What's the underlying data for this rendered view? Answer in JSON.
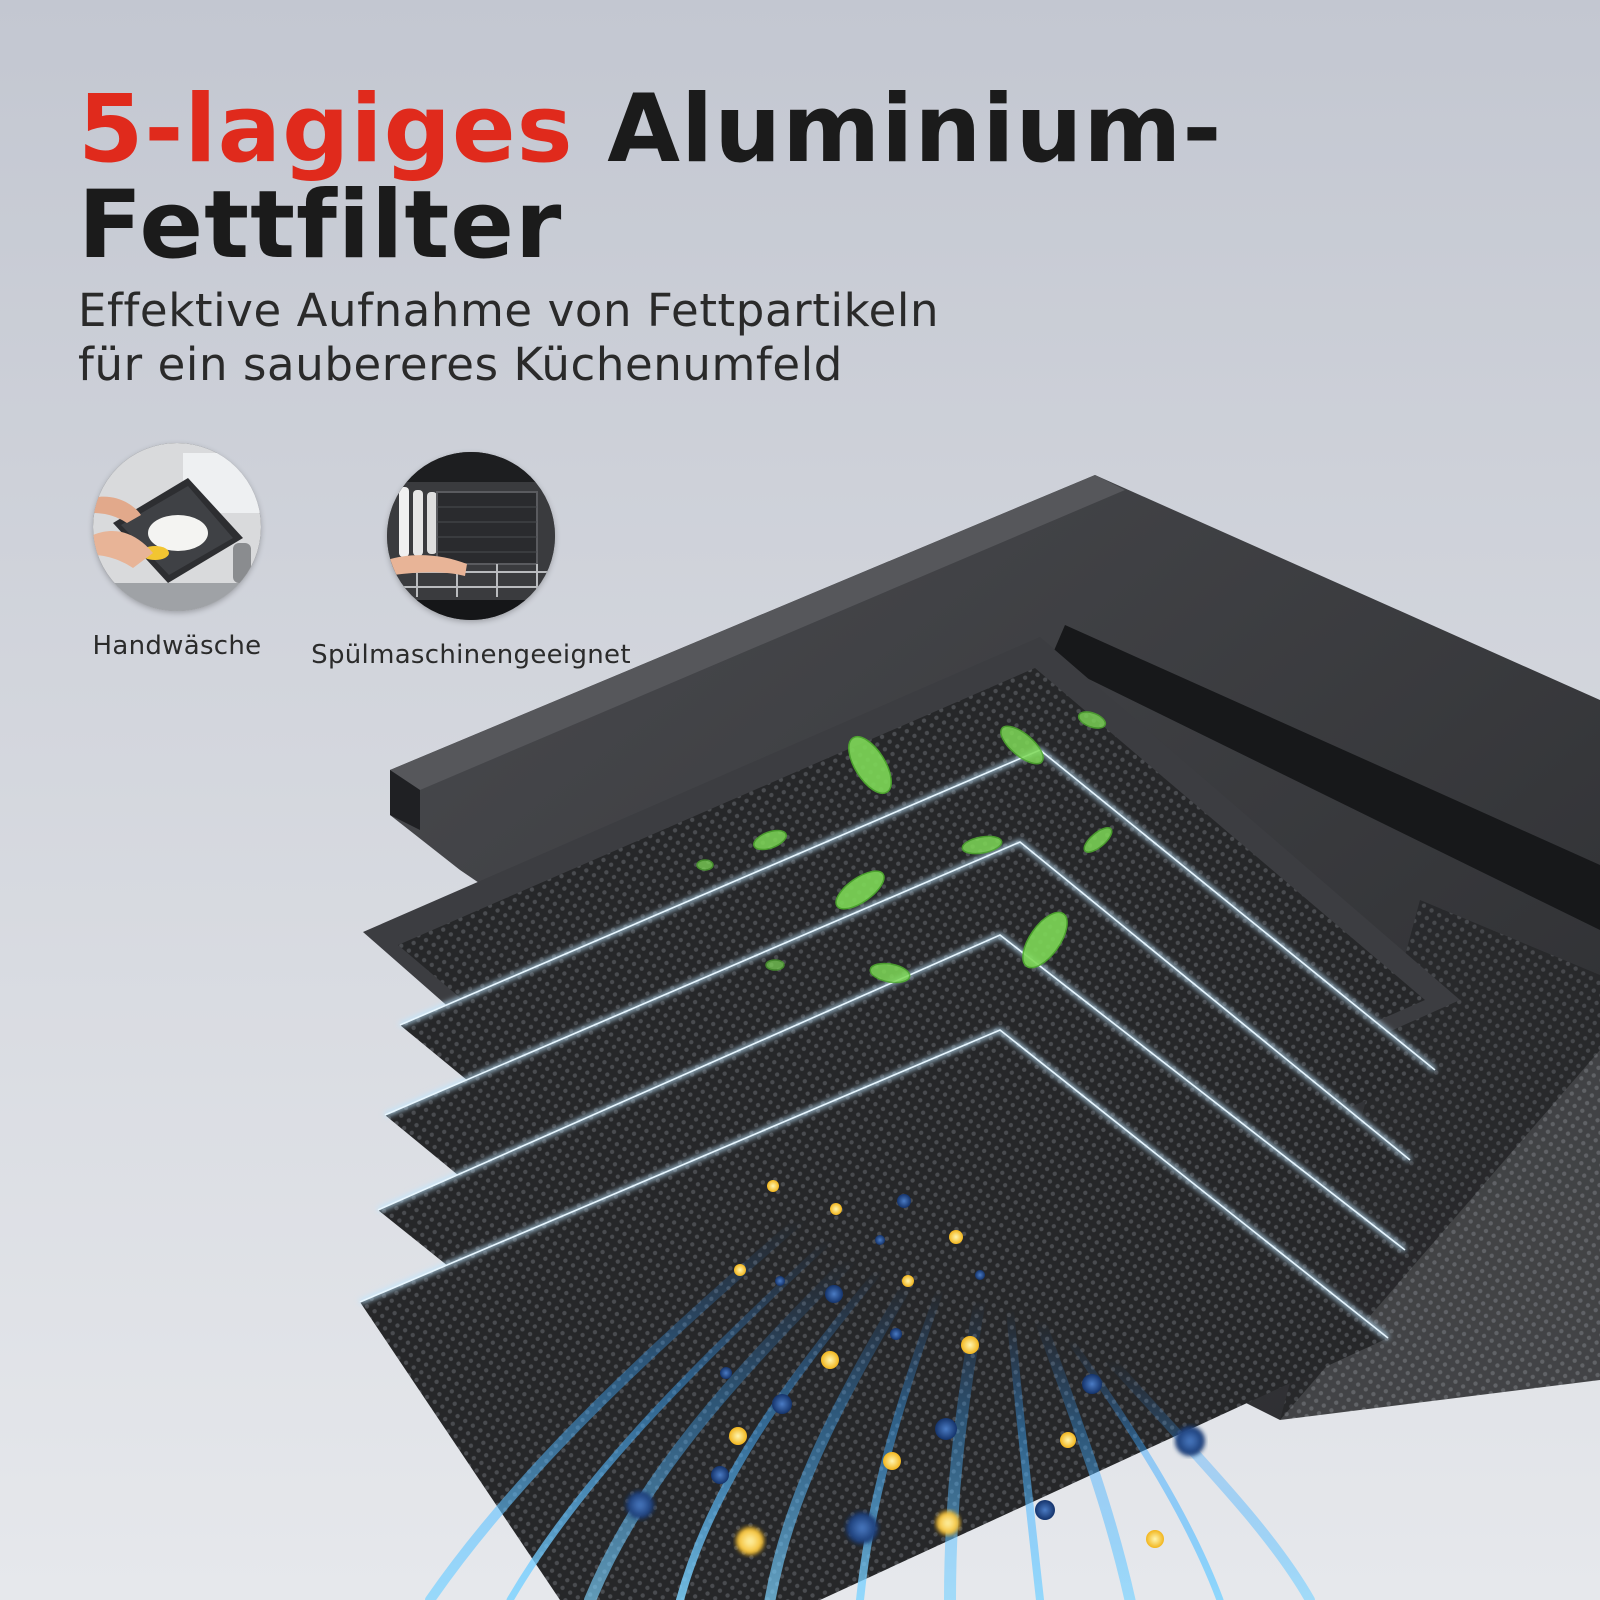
{
  "headline": {
    "accent_text": "5-lagiges",
    "rest_line1": " Aluminium-",
    "line2": "Fettfilter",
    "accent_color": "#e02a1c"
  },
  "subline": {
    "line1": "Effektive Aufnahme von Fettpartikeln",
    "line2": "für ein saubereres Küchenumfeld"
  },
  "badges": [
    {
      "label": "Handwäsche",
      "icon": "hand-wash-icon"
    },
    {
      "label": "Spülmaschinengeeignet",
      "icon": "dishwasher-icon"
    }
  ],
  "filter_layers": 5
}
